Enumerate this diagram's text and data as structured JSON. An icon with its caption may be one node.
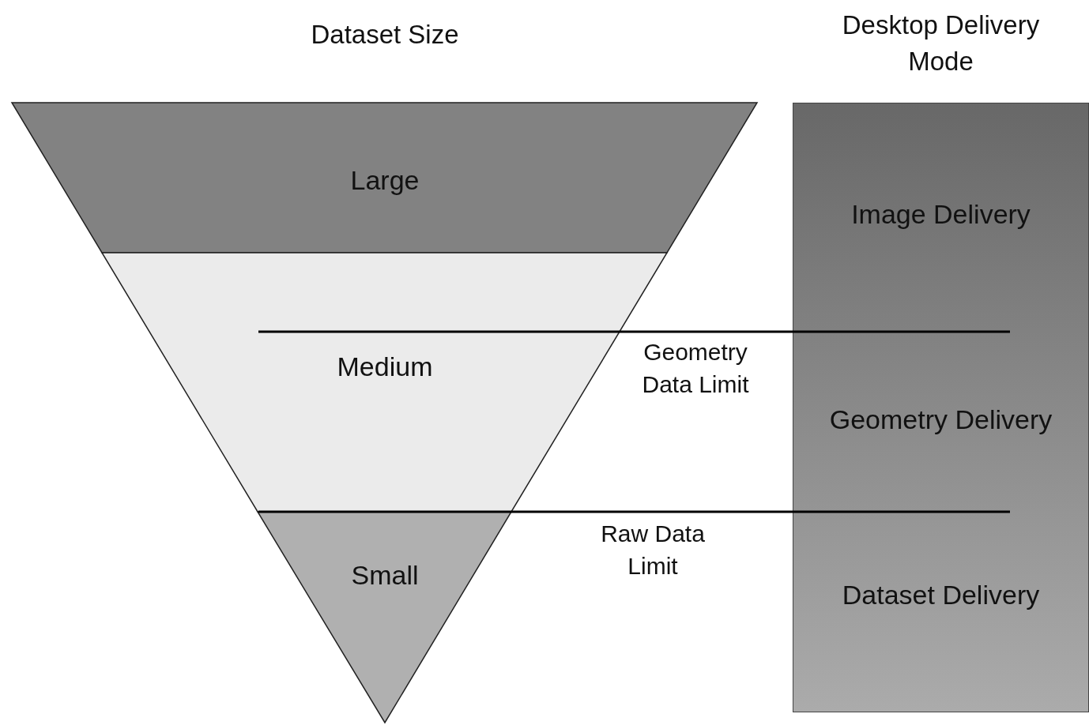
{
  "diagram": {
    "nodes": [
      {
        "text": [
          "Large"
        ]
      },
      {
        "text": [
          "Medium"
        ]
      },
      {
        "text": [
          "Small"
        ]
      },
      {
        "text": [
          "Desktop Delivery Mode",
          "Image Delivery",
          "Geometry Delivery",
          "Dataset Delivery"
        ]
      }
    ],
    "labels": [
      "Dataset Size",
      "Geometry Data Limit",
      "Raw Data Limit"
    ]
  }
}
